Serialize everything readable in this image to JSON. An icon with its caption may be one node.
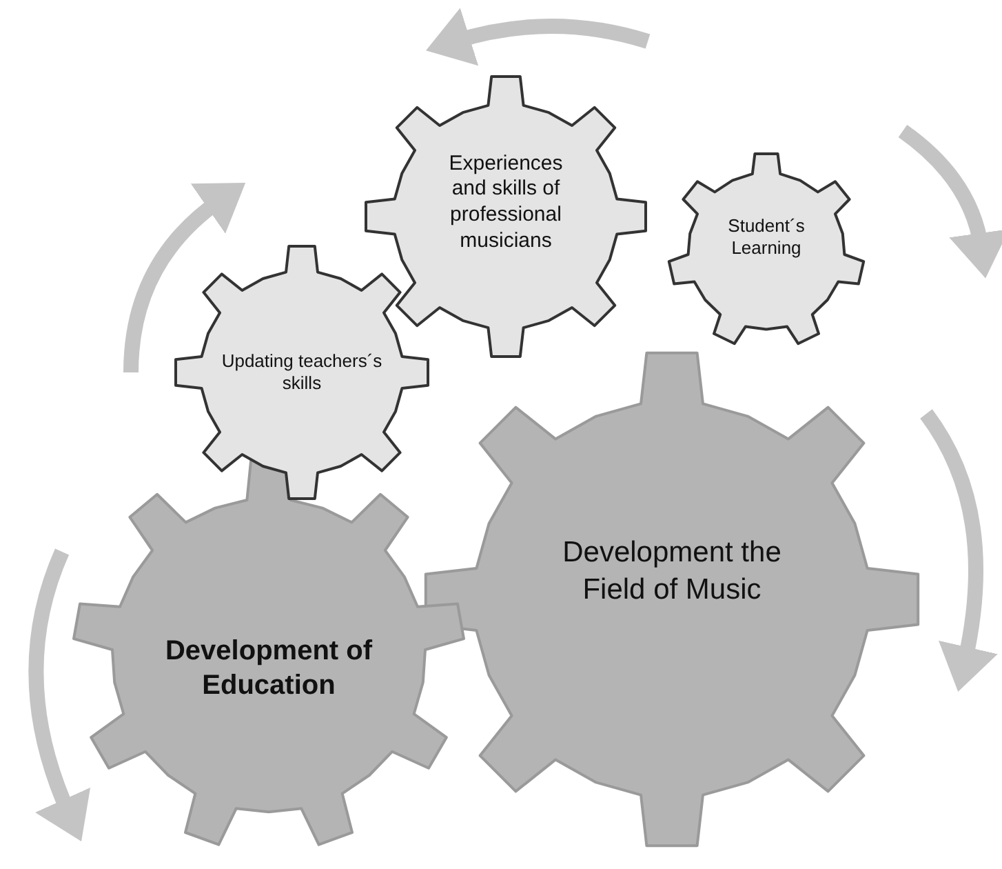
{
  "diagram": {
    "nodes": [
      {
        "text": [
          "Experiences and skills of professional musicians"
        ]
      },
      {
        "text": [
          "Student´s Learning"
        ]
      },
      {
        "text": [
          "Updating teachers´s skills"
        ]
      },
      {
        "text": [
          "Development the Field of Music"
        ]
      },
      {
        "text": [
          "Development of Education"
        ]
      }
    ]
  }
}
